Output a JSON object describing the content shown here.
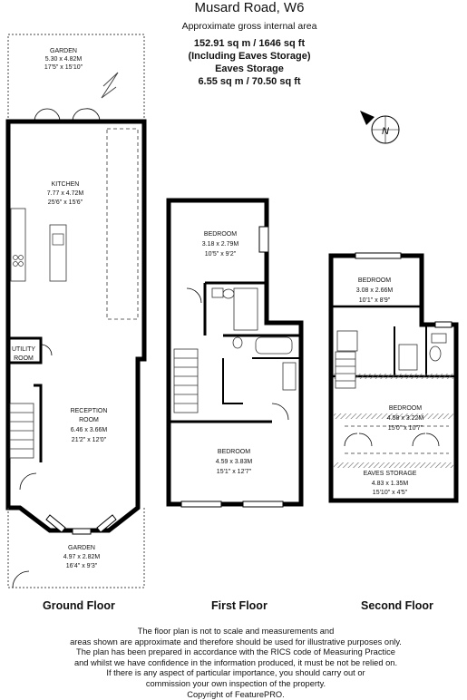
{
  "header": {
    "title": "Musard Road, W6",
    "subtitle": "Approximate gross internal area",
    "area_line": "152.91 sq m /  1646 sq ft",
    "area_note": "(Including Eaves Storage)",
    "storage_label": "Eaves Storage",
    "storage_area": "6.55 sq m / 70.50 sq ft"
  },
  "rooms": {
    "garden_rear": {
      "name": "GARDEN",
      "metric": "5.30 x 4.82M",
      "imperial": "17'5\" x 15'10\""
    },
    "kitchen": {
      "name": "KITCHEN",
      "metric": "7.77 x 4.72M",
      "imperial": "25'6\" x 15'6\""
    },
    "utility": {
      "name_line1": "UTILITY",
      "name_line2": "ROOM"
    },
    "reception": {
      "name_line1": "RECEPTION",
      "name_line2": "ROOM",
      "metric": "6.46 x 3.66M",
      "imperial": "21'2\" x 12'0\""
    },
    "garden_front": {
      "name": "GARDEN",
      "metric": "4.97 x 2.82M",
      "imperial": "16'4\" x 9'3\""
    },
    "ff_bedroom_rear": {
      "name": "BEDROOM",
      "metric": "3.18 x 2.79M",
      "imperial": "10'5\" x 9'2\""
    },
    "ff_bedroom_front": {
      "name": "BEDROOM",
      "metric": "4.59 x 3.83M",
      "imperial": "15'1\" x 12'7\""
    },
    "sf_bedroom_rear": {
      "name": "BEDROOM",
      "metric": "3.08 x 2.66M",
      "imperial": "10'1\" x 8'9\""
    },
    "sf_bedroom_front": {
      "name": "BEDROOM",
      "metric": "4.58 x 3.22M",
      "imperial": "15'0\" x 10'7\""
    },
    "eaves": {
      "name": "EAVES STORAGE",
      "metric": "4.83 x 1.35M",
      "imperial": "15'10\" x 4'5\""
    }
  },
  "floors": {
    "ground": "Ground Floor",
    "first": "First Floor",
    "second": "Second Floor"
  },
  "compass": {
    "letter": "N"
  },
  "disclaimer": [
    "The floor plan is not to scale and measurements and",
    "areas shown are approximate and therefore should be used for illustrative purposes only.",
    "The plan has been prepared in accordance with the RICS code of Measuring Practice",
    "and whilst we have confidence in the information produced, it must be not be relied on.",
    "If there is any aspect of particular importance, you should carry out or",
    "commission your own inspection of the property.",
    "Copyright of FeaturePRO."
  ]
}
